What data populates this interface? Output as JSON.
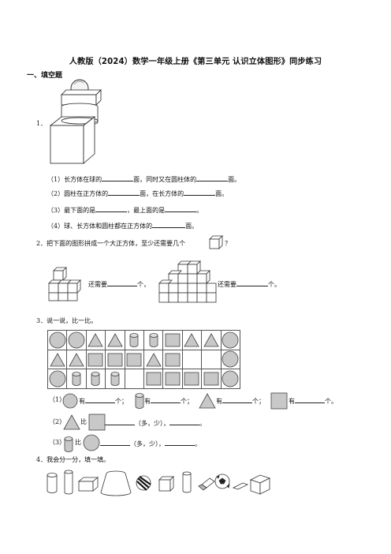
{
  "title": "人教版（2024）数学一年级上册《第三单元 认识立体图形》同步练习",
  "section1": "一、填空题",
  "q1": {
    "num": "1．",
    "items": [
      {
        "a": "（1）长方体在球的",
        "b": "面，同时又在圆柱体的",
        "c": "面。"
      },
      {
        "a": "（2）圆柱在正方体的",
        "b": "面，在长方体的",
        "c": "面。"
      },
      {
        "a": "（3）最下面的是",
        "b": "，最上面的是",
        "c": "。"
      },
      {
        "a": "（4）球、长方体和圆柱都在正方体的",
        "b": "面。",
        "c": ""
      }
    ]
  },
  "q2": {
    "text": "2．把下面的图形拼成一个大正方体，至少还需要几个",
    "q_mark": "？",
    "need1": "还需要",
    "unit1": "个，",
    "need2": "还需要",
    "unit2": "个。"
  },
  "q3": {
    "text": "3．说一说，比一比。",
    "grid": [
      [
        "circle",
        "circle",
        "triangle",
        "triangle",
        "cylinder",
        "cylinder",
        "square",
        "triangle",
        "triangle",
        "circle"
      ],
      [
        "triangle",
        "triangle",
        "square",
        "square",
        "square",
        "triangle",
        "square",
        "",
        "",
        "circle"
      ],
      [
        "circle",
        "cylinder",
        "cylinder",
        "cylinder",
        "",
        "square",
        "square",
        "square",
        "square",
        "circle"
      ]
    ],
    "line1": {
      "p": "（1）",
      "has": "有",
      "sep": "个；",
      "end": "个。"
    },
    "line2": {
      "p": "（2）",
      "bi": "比",
      "choice": "（多，少），",
      "end": "。"
    },
    "line3": {
      "p": "（3）",
      "bi": "比",
      "choice": "（多，少），",
      "end": "。"
    }
  },
  "q4": {
    "text": "4．我会分一分，填一填。",
    "objects": [
      "cylinder-icon",
      "cylinder-tall-icon",
      "cuboid-icon",
      "frustum-icon",
      "ball-icon",
      "cube-icon",
      "cylinder-can-icon",
      "eraser-icon",
      "soccer-ball-icon",
      "eraser-flat-icon",
      "cube-large-icon"
    ]
  },
  "colors": {
    "shape_fill": "#c8c8c8",
    "stroke": "#444444"
  }
}
